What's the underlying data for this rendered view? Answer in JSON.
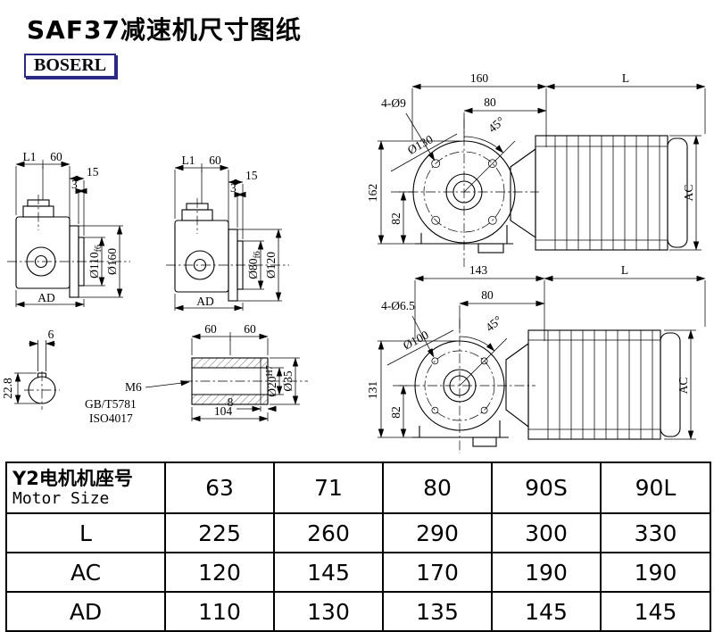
{
  "page": {
    "title": "SAF37减速机尺寸图纸",
    "logo": "BOSERL"
  },
  "drawings": {
    "sideView1": {
      "L1": "L1",
      "d60": "60",
      "d15": "15",
      "d3": "3",
      "pilot": "Ø110",
      "pilotTol": "f6",
      "flangeOD": "Ø160",
      "AD": "AD"
    },
    "sideView2": {
      "L1": "L1",
      "d60": "60",
      "d15": "15",
      "d3": "3",
      "pilot": "Ø80",
      "pilotTol": "f6",
      "flangeOD": "Ø120",
      "AD": "AD"
    },
    "assembly1": {
      "w": "160",
      "L": "L",
      "holes": "4-Ø9",
      "d80": "80",
      "angle": "45°",
      "boltCircle": "Ø130",
      "height": "162",
      "h82": "82",
      "AC": "AC"
    },
    "assembly2": {
      "w": "143",
      "L": "L",
      "holes": "4-Ø6.5",
      "d80": "80",
      "angle": "45°",
      "boltCircle": "Ø100",
      "height": "131",
      "h82": "82",
      "AC": "AC"
    },
    "shaftEnd": {
      "keyWidth": "6",
      "keyDepth": "22.8"
    },
    "shaftSection": {
      "len1": "60",
      "len2": "60",
      "thread": "M6",
      "std1": "GB/T5781",
      "std2": "ISO4017",
      "d8": "8",
      "d104": "104",
      "bore": "Ø20",
      "boreTol": "H7",
      "od": "Ø35"
    }
  },
  "table": {
    "rowHeader1": "Y2电机机座号",
    "rowHeader2": "Motor Size",
    "sizes": [
      "63",
      "71",
      "80",
      "90S",
      "90L"
    ],
    "rows": [
      {
        "label": "L",
        "values": [
          "225",
          "260",
          "290",
          "300",
          "330"
        ]
      },
      {
        "label": "AC",
        "values": [
          "120",
          "145",
          "170",
          "190",
          "190"
        ]
      },
      {
        "label": "AD",
        "values": [
          "110",
          "130",
          "135",
          "145",
          "145"
        ]
      }
    ]
  }
}
